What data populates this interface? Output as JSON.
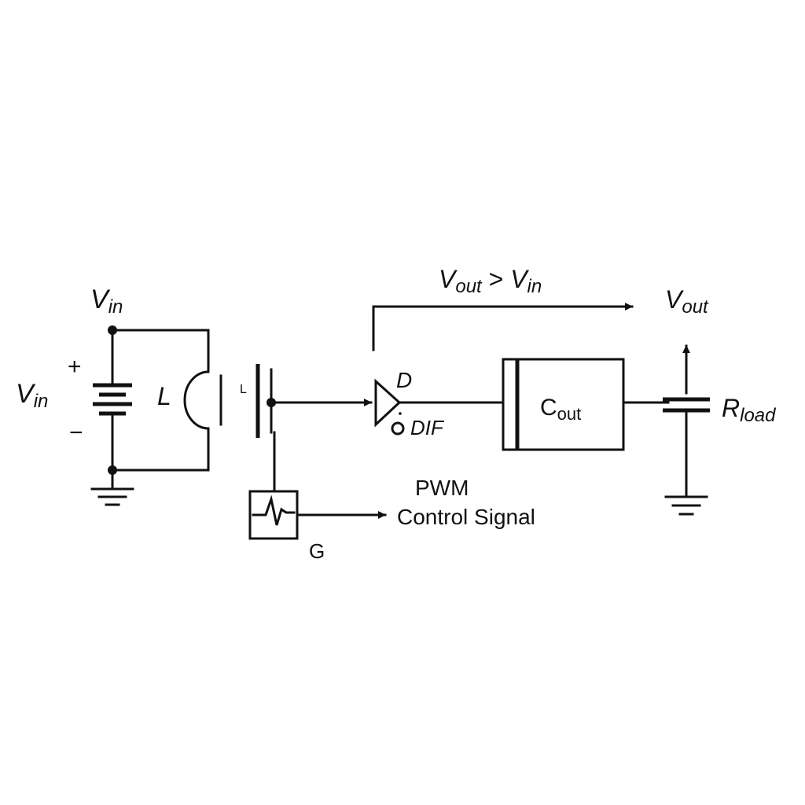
{
  "colors": {
    "ink": "#111111",
    "background": "#ffffff"
  },
  "labels": {
    "vin_top": {
      "main": "V",
      "sub": "in"
    },
    "vin_left": {
      "main": "V",
      "sub": "in"
    },
    "plus": "+",
    "minus": "−",
    "inductor": "L",
    "switch_mark": "L",
    "diode": "D",
    "diode_sub": "DIF",
    "capacitor": {
      "main": "C",
      "sub": "out"
    },
    "condition": {
      "a": "V",
      "a_sub": "out",
      "op": " > ",
      "b": "V",
      "b_sub": "in"
    },
    "vout": {
      "main": "V",
      "sub": "out"
    },
    "rload": {
      "main": "R",
      "sub": "load"
    },
    "pwm_line1": "PWM",
    "pwm_line2": "Control Signal",
    "gate": "G"
  },
  "icons": [
    "battery-icon",
    "inductor-icon",
    "switch-icon",
    "diode-icon",
    "capacitor-icon",
    "ground-icon",
    "pwm-waveform-icon",
    "arrow-icon"
  ]
}
